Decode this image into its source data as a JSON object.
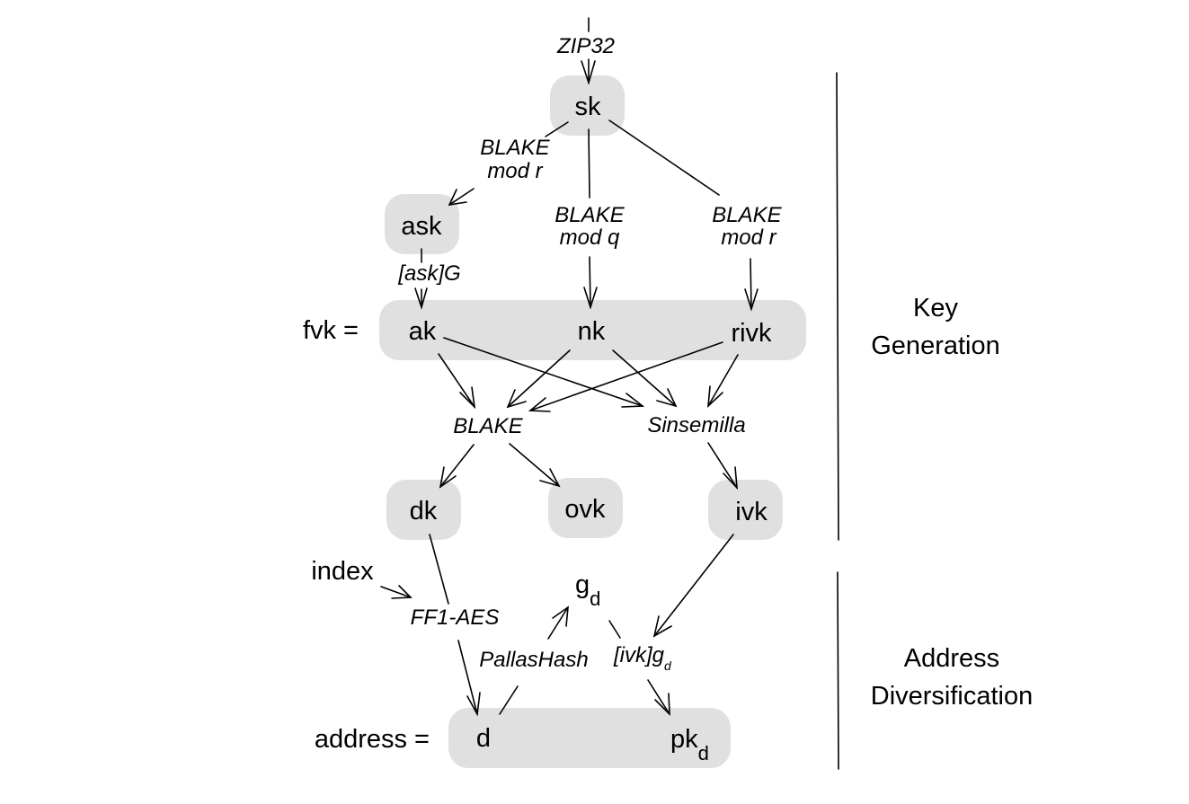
{
  "nodes": {
    "sk": "sk",
    "ask": "ask",
    "ak": "ak",
    "nk": "nk",
    "rivk": "rivk",
    "dk": "dk",
    "ovk": "ovk",
    "ivk": "ivk",
    "d": "d",
    "pk": "pk",
    "pk_sub": "d",
    "g": "g",
    "g_sub": "d"
  },
  "ops": {
    "zip32": "ZIP32",
    "blake_modr_left_1": "BLAKE",
    "blake_modr_left_2": "mod r",
    "blake_modq_1": "BLAKE",
    "blake_modq_2": "mod q",
    "blake_modr_right_1": "BLAKE",
    "blake_modr_right_2": "mod r",
    "askG": "[ask]G",
    "blake": "BLAKE",
    "sinsemilla": "Sinsemilla",
    "ff1aes": "FF1-AES",
    "pallashash": "PallasHash",
    "ivkg": "[ivk]g",
    "ivkg_sub": "d"
  },
  "labels": {
    "fvk": "fvk =",
    "index": "index",
    "address": "address ="
  },
  "sections": {
    "key_1": "Key",
    "key_2": "Generation",
    "addr_1": "Address",
    "addr_2": "Diversification"
  },
  "colors": {
    "node_fill": "#e0e0e0",
    "line": "#000000"
  }
}
